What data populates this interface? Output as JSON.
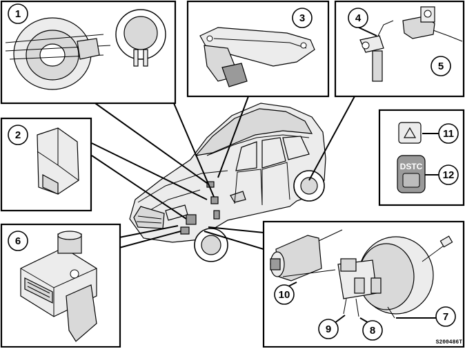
{
  "figure_code": "S200486T",
  "callouts": [
    {
      "id": 1,
      "label": "1"
    },
    {
      "id": 2,
      "label": "2"
    },
    {
      "id": 3,
      "label": "3"
    },
    {
      "id": 4,
      "label": "4"
    },
    {
      "id": 5,
      "label": "5"
    },
    {
      "id": 6,
      "label": "6"
    },
    {
      "id": 7,
      "label": "7"
    },
    {
      "id": 8,
      "label": "8"
    },
    {
      "id": 9,
      "label": "9"
    },
    {
      "id": 10,
      "label": "10"
    },
    {
      "id": 11,
      "label": "11"
    },
    {
      "id": 12,
      "label": "12"
    }
  ],
  "button_text": "DSTC"
}
